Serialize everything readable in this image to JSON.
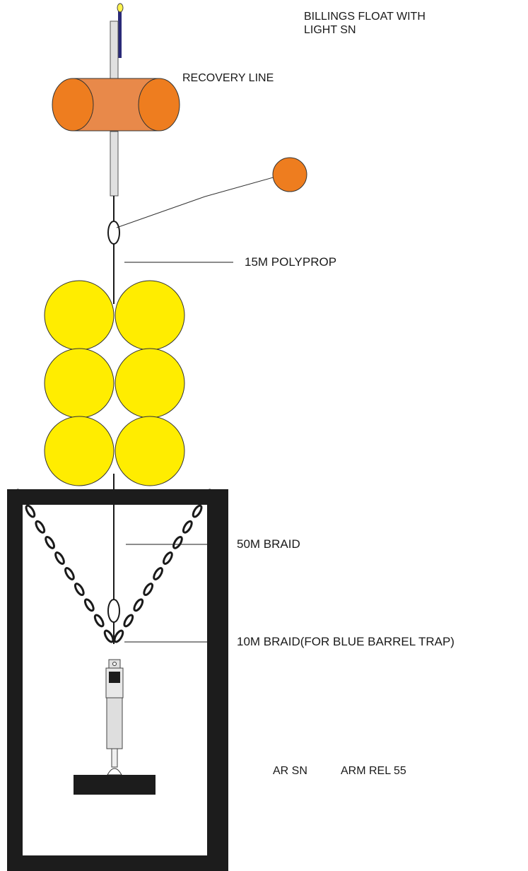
{
  "labels": {
    "billings_float_line1": "BILLINGS FLOAT WITH",
    "billings_float_line2": "LIGHT SN",
    "recovery_line": "RECOVERY LINE",
    "polyprop": "15M POLYPROP",
    "braid_50m": "50M BRAID",
    "braid_10m": "10M BRAID(FOR BLUE BARREL TRAP)",
    "ar_sn": "AR  SN",
    "arm_rel": "ARM  REL 55"
  },
  "colors": {
    "float_orange_dark": "#ee7d1f",
    "float_orange_light": "#e8894a",
    "glass_ball_yellow": "#ffed00",
    "mast_grey": "#e0e0e0",
    "antenna_blue": "#2a2a78",
    "light_yellow": "#fff34d",
    "frame_black": "#1c1c1c",
    "line_black": "#1a1a1a"
  },
  "icons": {
    "billings_float": "orange-cylinder-float",
    "recovery_float": "orange-ball",
    "glass_balls": "yellow-sphere",
    "release": "acoustic-release",
    "anchor": "trap-frame"
  }
}
